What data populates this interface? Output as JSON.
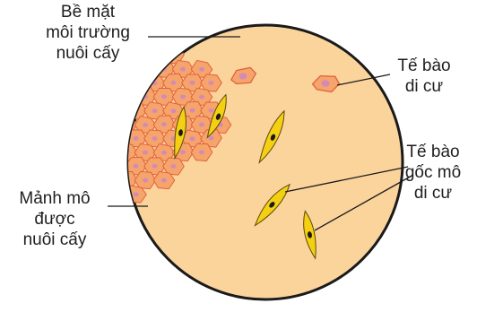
{
  "labels": {
    "culture_surface": "Bề mặt\nmôi trường\nnuôi cấy",
    "migrating_cell": "Tế bào\ndi cư",
    "migrating_stem_cell": "Tế bào\ngốc mô\ndi cư",
    "cultured_explant": "Mảnh mô\nđược\nnuôi cấy"
  },
  "colors": {
    "dish_fill": "#fbd49c",
    "dish_stroke": "#1a1a1a",
    "cell_fill": "#f5a46c",
    "cell_stroke": "#e2613a",
    "nucleus": "#d58ab4",
    "stem_fill": "#f5d012",
    "stem_stroke": "#5a4a10",
    "stem_nucleus": "#1a1a1a",
    "leader_line": "#1a1a1a"
  }
}
